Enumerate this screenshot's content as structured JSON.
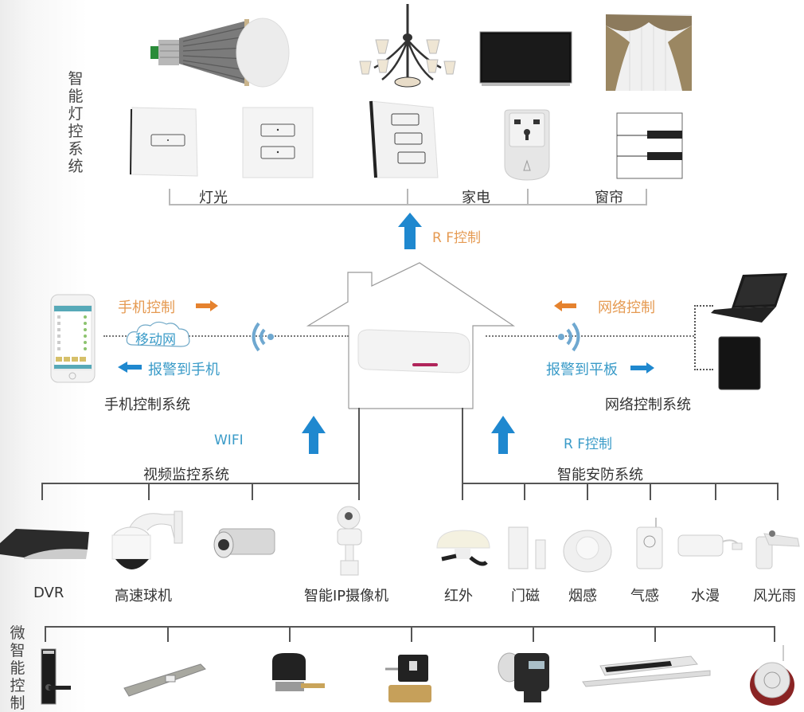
{
  "lighting_system": {
    "title": "智能灯控系统",
    "groups": [
      {
        "label": "灯光"
      },
      {
        "label": "家电"
      },
      {
        "label": "窗帘"
      }
    ],
    "devices_top": [
      "led-bulb",
      "chandelier",
      "television",
      "curtain"
    ],
    "devices_bottom": [
      "one-gang-switch",
      "two-gang-switch",
      "three-gang-switch",
      "smart-socket",
      "curtain-controller"
    ],
    "rf_label": "R F控制"
  },
  "mobile_system": {
    "title": "手机控制系统",
    "control_label": "手机控制",
    "alarm_label": "报警到手机",
    "network_label": "移动网"
  },
  "network_system": {
    "title": "网络控制系统",
    "control_label": "网络控制",
    "alarm_label": "报警到平板"
  },
  "hub": {
    "name": "smart-gateway"
  },
  "video_system": {
    "title": "视频监控系统",
    "link_label": "WIFI",
    "devices": [
      {
        "label": "DVR"
      },
      {
        "label": "高速球机"
      },
      {
        "label": ""
      },
      {
        "label": "智能IP摄像机"
      }
    ]
  },
  "security_system": {
    "title": "智能安防系统",
    "link_label": "R F控制",
    "devices": [
      {
        "label": "红外"
      },
      {
        "label": "门磁"
      },
      {
        "label": "烟感"
      },
      {
        "label": "气感"
      },
      {
        "label": "水漫"
      },
      {
        "label": "风光雨"
      }
    ]
  },
  "micro_control": {
    "title": "微智能控制",
    "devices": [
      "smart-door-lock",
      "window-actuator",
      "gas-valve-manipulator",
      "solenoid-valve",
      "auto-feeder",
      "window-opener",
      "siren"
    ]
  },
  "colors": {
    "arrow_blue": "#1f88cf",
    "orange": "#e59a52",
    "label_blue": "#3a9bc8",
    "line": "#555555"
  }
}
